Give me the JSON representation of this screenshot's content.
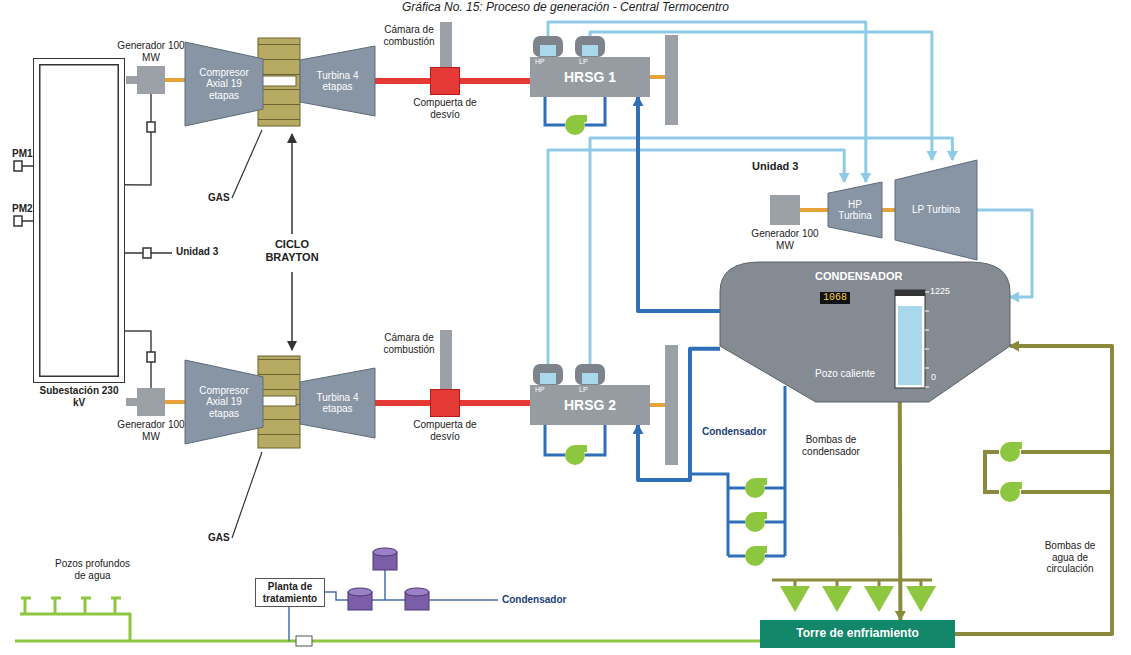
{
  "diagram": {
    "title": "Gráfica No. 15: Proceso de generación - Central Termocentro",
    "nodes": [
      {
        "text": [
          "Subestación 230 kV"
        ]
      },
      {
        "text": [
          "Generador 100 MW"
        ]
      },
      {
        "text": [
          "Compresor Axial 19 etapas"
        ]
      },
      {
        "text": [
          "Turbina 4 etapas"
        ]
      },
      {
        "text": [
          "Compuerta de desvío"
        ]
      },
      {
        "text": [
          "HRSG 1"
        ]
      },
      {
        "text": [
          "Generador 100 MW"
        ]
      },
      {
        "text": [
          "Compresor Axial 19 etapas"
        ]
      },
      {
        "text": [
          "Turbina 4 etapas"
        ]
      },
      {
        "text": [
          "Compuerta de desvío"
        ]
      },
      {
        "text": [
          "HRSG 2"
        ]
      },
      {
        "text": [
          "Generador 100 MW"
        ]
      },
      {
        "text": [
          "HP Turbina"
        ]
      },
      {
        "text": [
          "LP Turbina"
        ]
      },
      {
        "text": [
          "CONDENSADOR",
          "1068",
          "1225",
          "0",
          "Pozo caliente"
        ]
      },
      {
        "text": [
          "Planta de tratamiento"
        ]
      },
      {
        "text": [
          "Torre de enfriamiento"
        ]
      }
    ],
    "edges": [
      {
        "from": 1,
        "to": 0,
        "arrow": "none"
      },
      {
        "from": 6,
        "to": 0,
        "arrow": "none"
      },
      {
        "from": 3,
        "to": 4,
        "arrow": "none"
      },
      {
        "from": 4,
        "to": 5,
        "arrow": "none"
      },
      {
        "from": 8,
        "to": 9,
        "arrow": "none"
      },
      {
        "from": 9,
        "to": 10,
        "arrow": "none"
      },
      {
        "from": 11,
        "to": 12,
        "arrow": "none"
      },
      {
        "from": 12,
        "to": 13,
        "arrow": "none"
      },
      {
        "from": 5,
        "to": 12,
        "arrow": "to"
      },
      {
        "from": 5,
        "to": 13,
        "arrow": "to"
      },
      {
        "from": 10,
        "to": 12,
        "arrow": "to"
      },
      {
        "from": 10,
        "to": 13,
        "arrow": "to"
      },
      {
        "from": 13,
        "to": 14,
        "arrow": "to"
      },
      {
        "from": 14,
        "to": 5,
        "arrow": "to"
      },
      {
        "from": 14,
        "to": 10,
        "arrow": "to"
      },
      {
        "from": 14,
        "to": 16,
        "arrow": "to"
      },
      {
        "from": 16,
        "to": 14,
        "arrow": "to"
      }
    ],
    "labels": [
      "PM1",
      "PM2",
      "Unidad 3",
      "GAS",
      "GAS",
      "CICLO BRAYTON",
      "Cámara de combustión",
      "Cámara de combustión",
      "HP",
      "LP",
      "HP",
      "LP",
      "Unidad 3",
      "Condensador",
      "Bombas de condensador",
      "Bombas de agua de circulación",
      "Pozos profundos de agua",
      "Condensador"
    ]
  }
}
